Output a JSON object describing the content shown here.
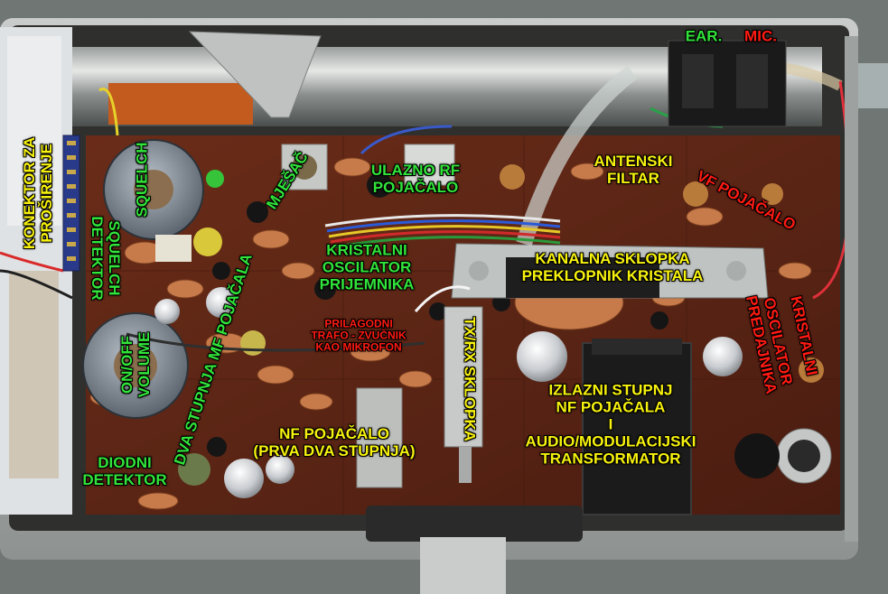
{
  "labels": {
    "ear": "EAR.",
    "mic": "MIC.",
    "konektor_1": "KONEKTOR ZA",
    "konektor_2": "PROŠIRENJE",
    "squelch": "SQUELCH",
    "squelch_detektor_1": "SQUELCH",
    "squelch_detektor_2": "DETEKTOR",
    "mjesac": "MJEŠAČ",
    "ulazno_rf_1": "ULAZNO RF",
    "ulazno_rf_2": "POJAČALO",
    "antenski_1": "ANTENSKI",
    "antenski_2": "FILTAR",
    "vf_pojacalo": "VF POJAČALO",
    "kristalni_osc_prij_1": "KRISTALNI",
    "kristalni_osc_prij_2": "OSCILATOR",
    "kristalni_osc_prij_3": "PRIJEMNIKA",
    "kanalna_1": "KANALNA SKLOPKA",
    "kanalna_2": "PREKLOPNIK KRISTALA",
    "oscilator_pred_1": "OSCILATOR",
    "oscilator_pred_2": "PREDAJNIKA",
    "kristalni_2": "KRISTALNI",
    "dva_stupnja": "DVA STUPNJA MF POJAČALA",
    "prilagodni_1": "PRILAGODNI",
    "prilagodni_2": "TRAFO - ZVUČNIK",
    "prilagodni_3": "KAO MIKROFON",
    "tx_rx": "TX/RX SKLOPKA",
    "on_off_1": "ON/OFF",
    "on_off_2": "VOLUME",
    "izlazni_1": "IZLAZNI STUPNJ",
    "izlazni_2": "NF POJAČALA",
    "izlazni_3": "I",
    "izlazni_4": "AUDIO/MODULACIJSKI",
    "izlazni_5": "TRANSFORMATOR",
    "nf_pojacalo_1": "NF POJAČALO",
    "nf_pojacalo_2": "(PRVA DVA STUPNJA)",
    "diodni_1": "DIODNI",
    "diodni_2": "DETEKTOR"
  },
  "colors": {
    "green_label": "#31e33a",
    "yellow_label": "#f7f20d",
    "red_label": "#ff1a12",
    "pcb_brown": "#5a2414"
  }
}
